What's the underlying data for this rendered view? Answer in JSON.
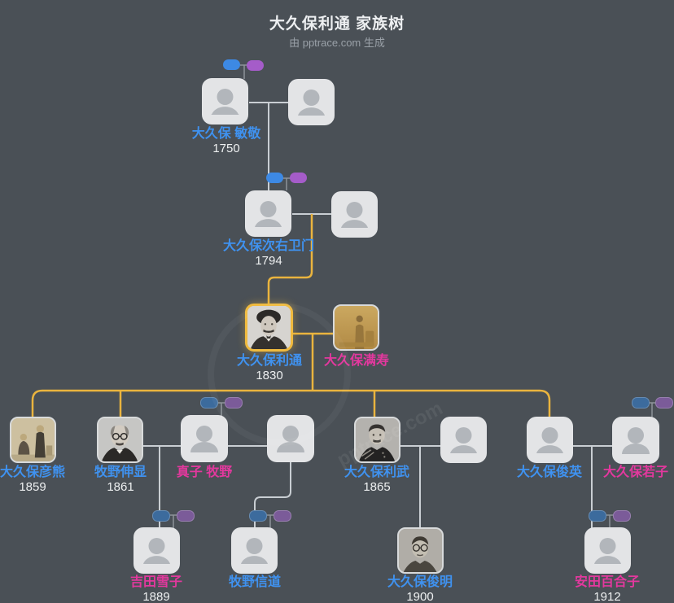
{
  "header": {
    "title": "大久保利通 家族树",
    "subtitle": "由 pptrace.com 生成"
  },
  "watermark": "pptrace.com",
  "colors": {
    "background": "#4a5056",
    "male_label": "#3f92f0",
    "female_label": "#e3389e",
    "year_label": "#eef0f1",
    "highlight_line": "#eab43e",
    "normal_line": "#c9ced3",
    "pill_father": "#3d89e4",
    "pill_mother": "#a55cc9",
    "pill_father_muted": "#3c6b9d",
    "pill_mother_muted": "#7b5b99"
  },
  "persons": {
    "binkei": {
      "name": "大久保 敏敬",
      "year": "1750"
    },
    "jiemon": {
      "name": "大久保次右卫门",
      "year": "1794"
    },
    "toshimichi": {
      "name": "大久保利通",
      "year": "1830"
    },
    "masu": {
      "name": "大久保满寿",
      "year": ""
    },
    "hikokuma": {
      "name": "大久保彦熊",
      "year": "1859"
    },
    "nobuaki": {
      "name": "牧野伸显",
      "year": "1861"
    },
    "mako": {
      "name": "真子 牧野",
      "year": ""
    },
    "toshitake": {
      "name": "大久保利武",
      "year": "1865"
    },
    "toshihide": {
      "name": "大久保俊英",
      "year": ""
    },
    "wakako": {
      "name": "大久保若子",
      "year": ""
    },
    "yukiko": {
      "name": "吉田雪子",
      "year": "1889"
    },
    "nobumichi": {
      "name": "牧野信道",
      "year": ""
    },
    "toshiaki": {
      "name": "大久保俊明",
      "year": "1900"
    },
    "yuriko": {
      "name": "安田百合子",
      "year": "1912"
    }
  },
  "icons": {
    "placeholder_person": "person-silhouette",
    "add_father_pill": "blue rounded pill",
    "add_mother_pill": "purple rounded pill"
  }
}
